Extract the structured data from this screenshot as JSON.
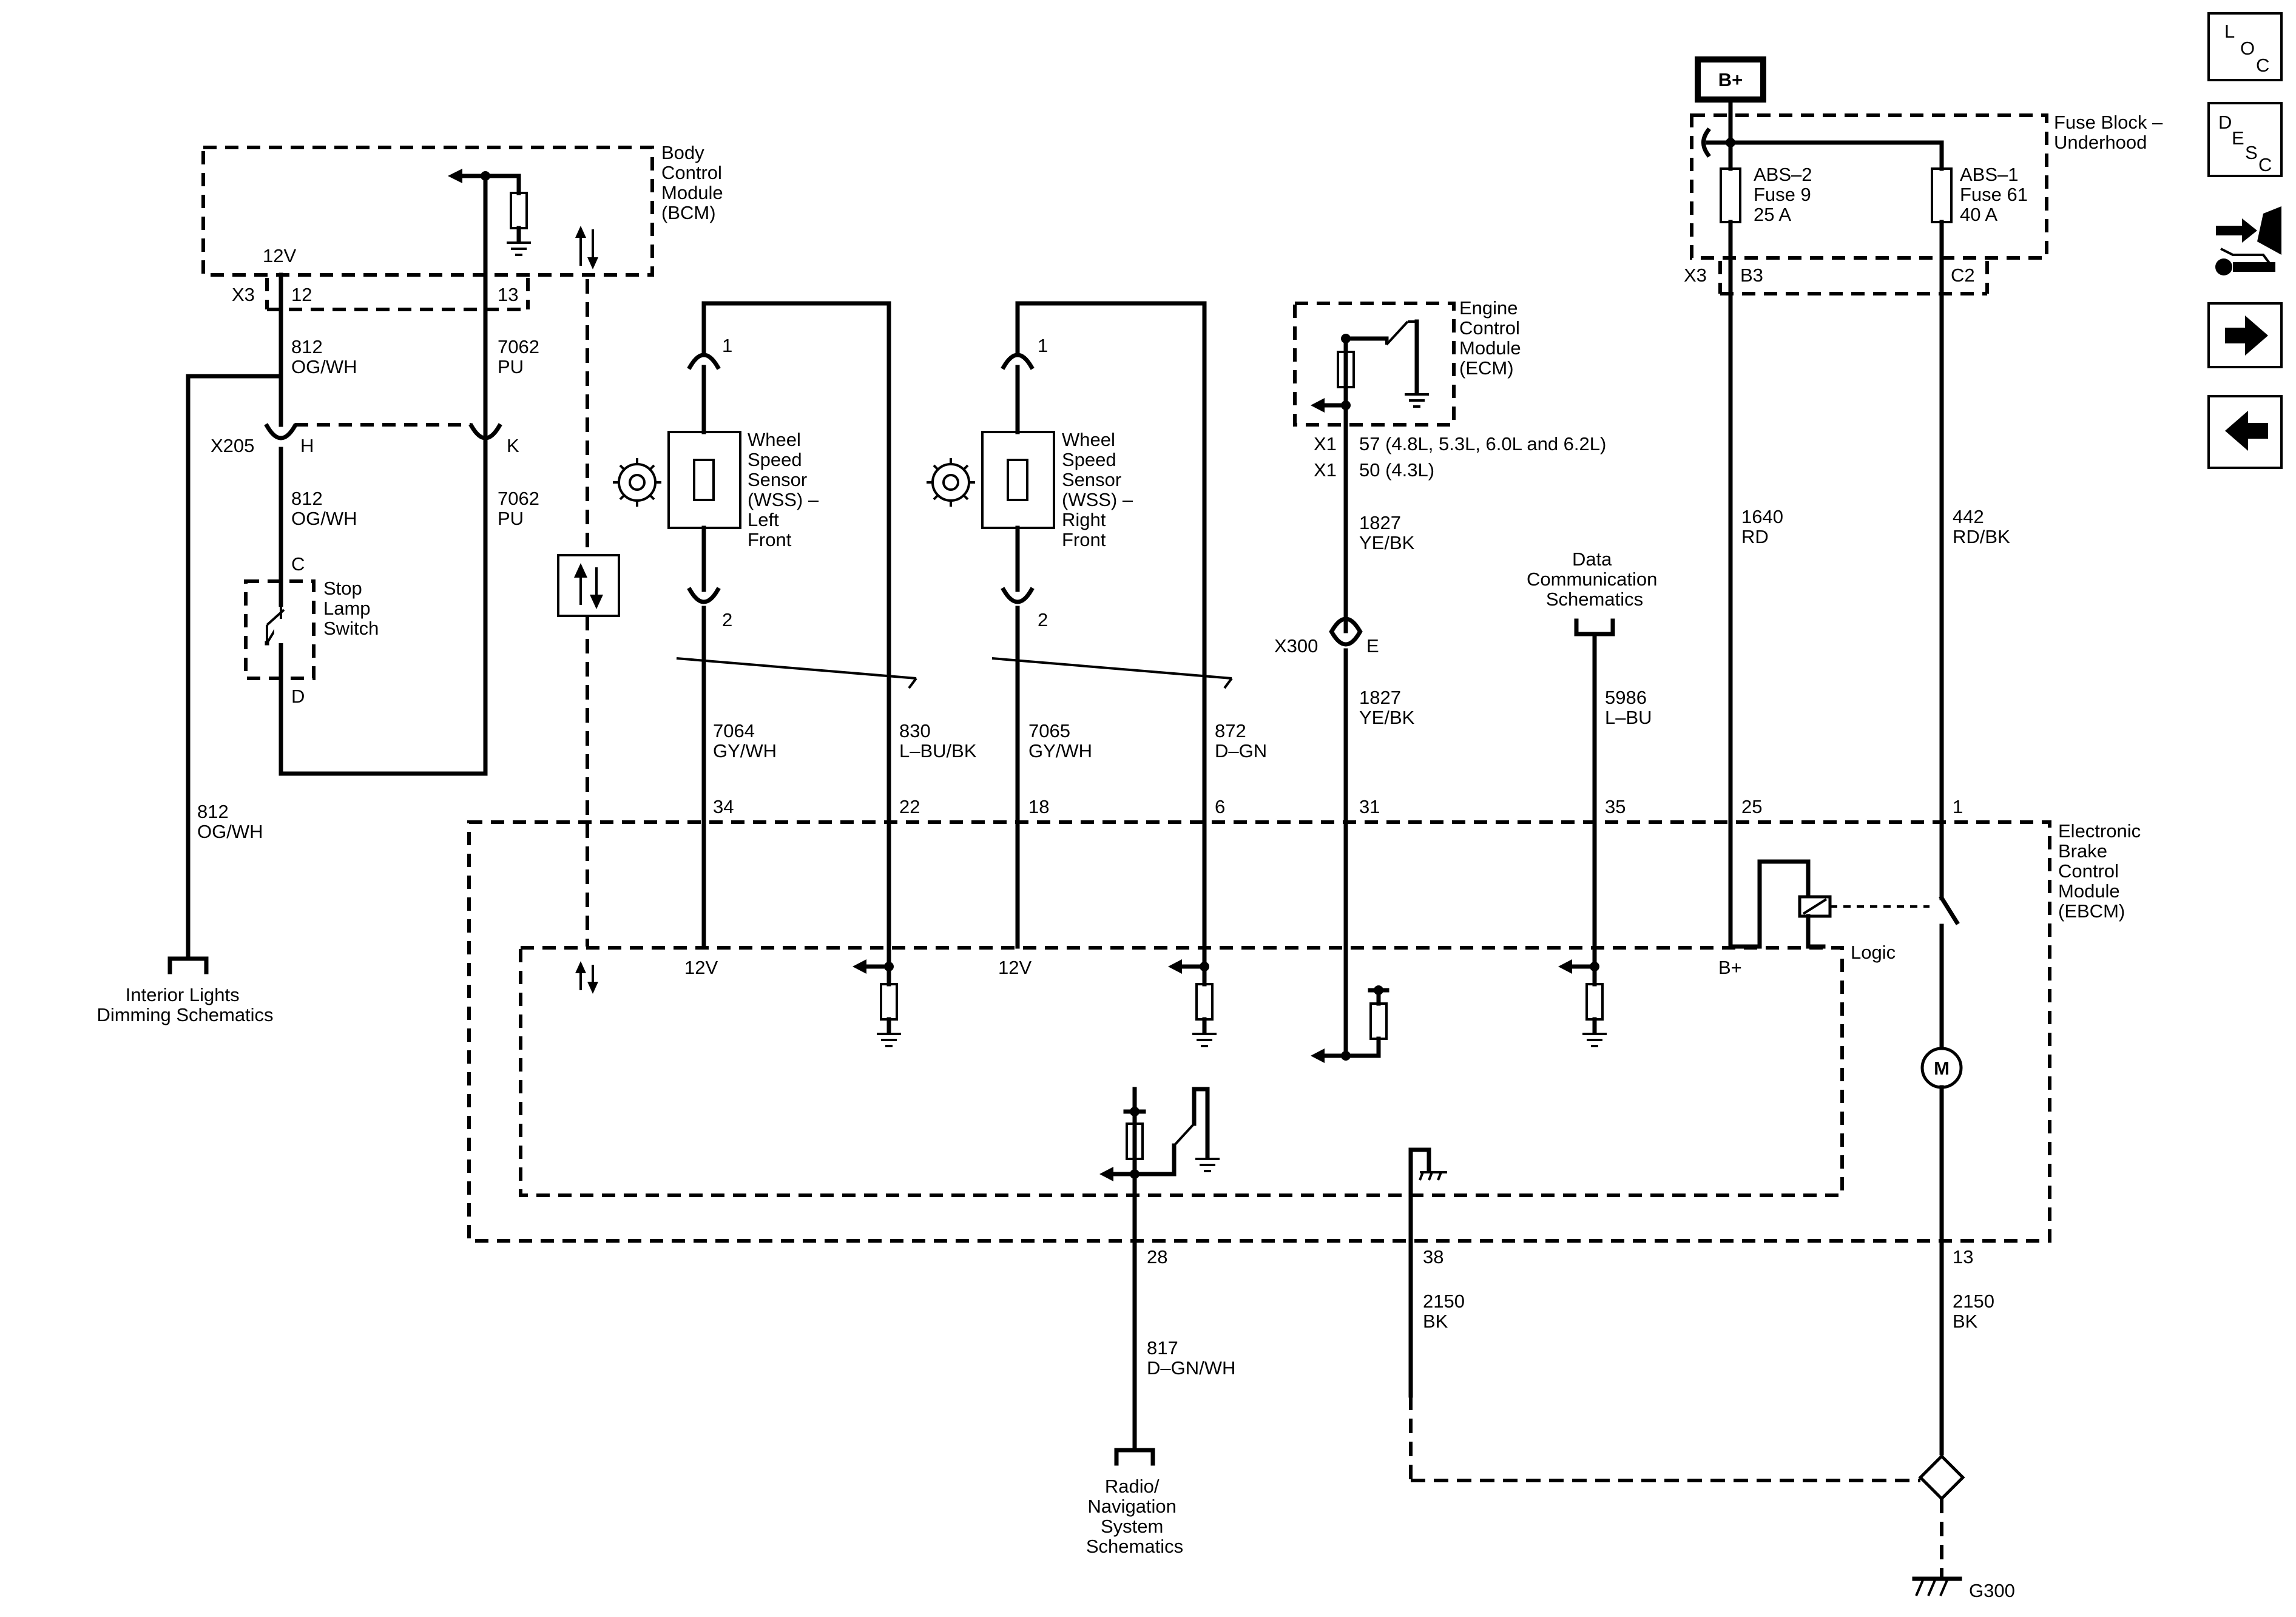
{
  "modules": {
    "bcm": [
      "Body",
      "Control",
      "Module",
      "(BCM)"
    ],
    "ecm": [
      "Engine",
      "Control",
      "Module",
      "(ECM)"
    ],
    "ebcm": [
      "Electronic",
      "Brake",
      "Control",
      "Module",
      "(EBCM)"
    ],
    "fuse_block": [
      "Fuse Block –",
      "Underhood"
    ]
  },
  "power": {
    "battery_label": "B+"
  },
  "fuses": [
    {
      "lines": [
        "ABS–2",
        "Fuse 9",
        "25 A"
      ]
    },
    {
      "lines": [
        "ABS–1",
        "Fuse 61",
        "40 A"
      ]
    }
  ],
  "bcm_circuit": {
    "voltage": "12V",
    "connector": "X3",
    "pin_12": "12",
    "pin_13": "13",
    "wire_812_a": [
      "812",
      "OG/WH"
    ],
    "wire_7062_a": [
      "7062",
      "PU"
    ],
    "inline_connector": "X205",
    "pin_h": "H",
    "pin_k": "K",
    "wire_812_b": [
      "812",
      "OG/WH"
    ],
    "wire_7062_b": [
      "7062",
      "PU"
    ],
    "switch_pin_c": "C",
    "switch_pin_d": "D",
    "stop_lamp_switch": [
      "Stop",
      "Lamp",
      "Switch"
    ],
    "wire_812_c": [
      "812",
      "OG/WH"
    ],
    "interior_lights": [
      "Interior Lights",
      "Dimming Schematics"
    ]
  },
  "wss_left": {
    "pin1": "1",
    "pin2": "2",
    "label": [
      "Wheel",
      "Speed",
      "Sensor",
      "(WSS) –",
      "Left",
      "Front"
    ],
    "wire_a": [
      "7064",
      "GY/WH"
    ],
    "wire_b": [
      "830",
      "L–BU/BK"
    ],
    "ebcm_pin_a": "34",
    "ebcm_pin_b": "22",
    "supply": "12V"
  },
  "wss_right": {
    "pin1": "1",
    "pin2": "2",
    "label": [
      "Wheel",
      "Speed",
      "Sensor",
      "(WSS) –",
      "Right",
      "Front"
    ],
    "wire_a": [
      "7065",
      "GY/WH"
    ],
    "wire_b": [
      "872",
      "D–GN"
    ],
    "ebcm_pin_a": "18",
    "ebcm_pin_b": "6",
    "supply": "12V"
  },
  "ecm_circuit": {
    "conn_1": "X1",
    "pin_1": "57 (4.8L, 5.3L, 6.0L and 6.2L)",
    "conn_2": "X1",
    "pin_2": "50 (4.3L)",
    "wire_1827_a": [
      "1827",
      "YE/BK"
    ],
    "inline_connector": "X300",
    "pin_e": "E",
    "wire_1827_b": [
      "1827",
      "YE/BK"
    ],
    "ebcm_pin": "31"
  },
  "data_comm": {
    "label": [
      "Data",
      "Communication",
      "Schematics"
    ],
    "wire": [
      "5986",
      "L–BU"
    ],
    "ebcm_pin": "35"
  },
  "fuse_wires": {
    "connector": "X3",
    "pin_b3": "B3",
    "pin_c2": "C2",
    "wire_1640": [
      "1640",
      "RD"
    ],
    "wire_442": [
      "442",
      "RD/BK"
    ],
    "ebcm_pin_25": "25",
    "ebcm_pin_1": "1",
    "b_plus": "B+",
    "logic": "Logic",
    "motor": "M"
  },
  "bottom": {
    "ebcm_pin_28": "28",
    "wire_817": [
      "817",
      "D–GN/WH"
    ],
    "radio_nav": [
      "Radio/",
      "Navigation",
      "System",
      "Schematics"
    ],
    "ebcm_pin_38": "38",
    "wire_2150_a": [
      "2150",
      "BK"
    ],
    "ebcm_pin_13": "13",
    "wire_2150_b": [
      "2150",
      "BK"
    ],
    "ground": "G300"
  },
  "nav_icons": {
    "loc": [
      "L",
      "O",
      "C"
    ],
    "desc": [
      "D",
      "E",
      "S",
      "C"
    ],
    "tools_icon": "connector-tools-icon",
    "next_icon": "arrow-right-icon",
    "prev_icon": "arrow-left-icon"
  }
}
